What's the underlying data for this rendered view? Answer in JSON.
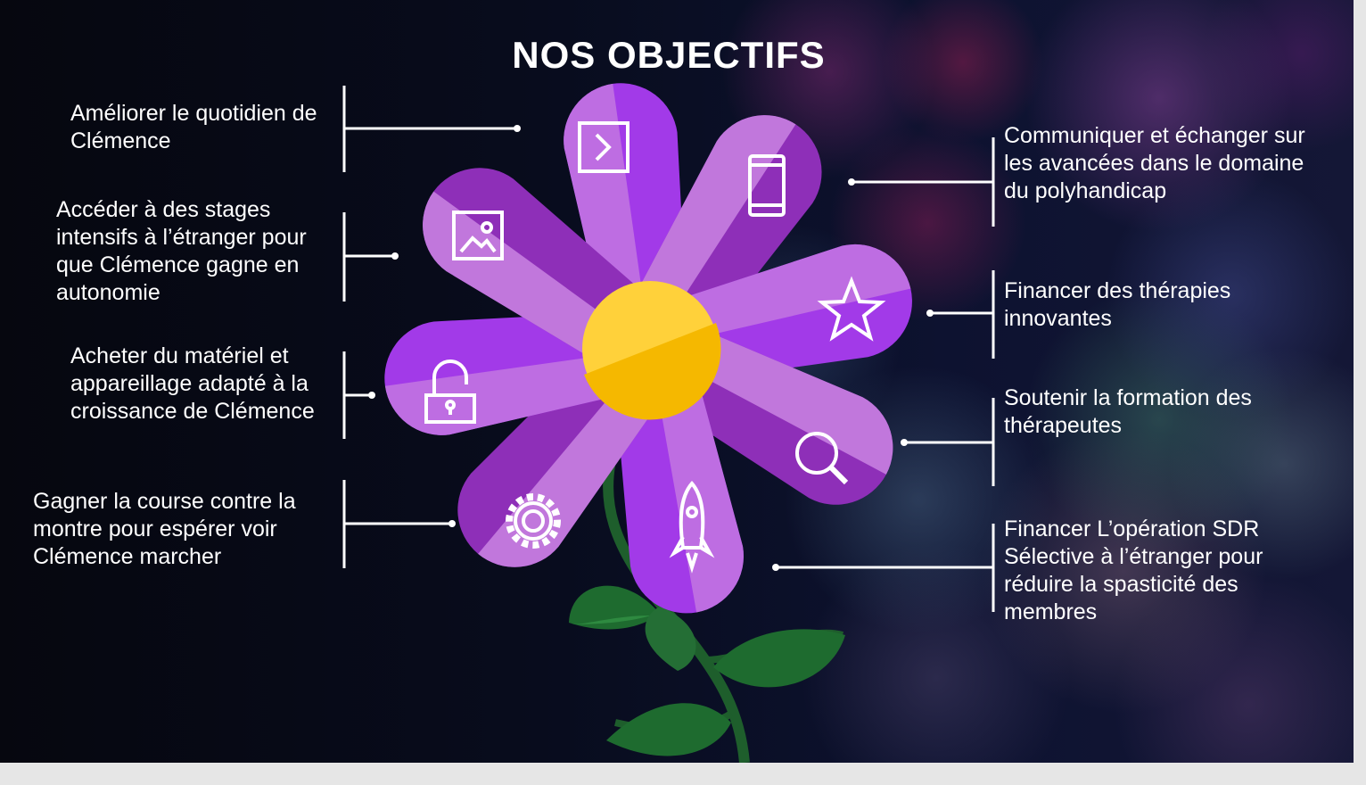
{
  "title": "NOS OBJECTIFS",
  "colors": {
    "background": "#080c1d",
    "petal_light": "#c77fe0",
    "petal_dark": "#8e2fb8",
    "petal_vivid": "#a23ae8",
    "center": "#ffd13a",
    "stem": "#1e5e2c",
    "text": "#ffffff"
  },
  "objectives_left": [
    {
      "text": "Améliorer le quotidien de Clémence",
      "icon": "chevron-right-square-icon"
    },
    {
      "text": "Accéder à des stages intensifs à l’étranger pour que Clémence gagne en autonomie",
      "icon": "image-icon"
    },
    {
      "text": "Acheter du matériel et appareillage adapté à la croissance de Clémence",
      "icon": "padlock-icon"
    },
    {
      "text": "Gagner la course contre la montre pour espérer voir Clémence marcher",
      "icon": "gear-icon"
    }
  ],
  "objectives_right": [
    {
      "text": "Communiquer et échanger sur les avancées dans le domaine du polyhandicap",
      "icon": "smartphone-icon"
    },
    {
      "text": "Financer des thérapies innovantes",
      "icon": "star-icon"
    },
    {
      "text": "Soutenir la formation des thérapeutes",
      "icon": "magnifier-icon"
    },
    {
      "text": "Financer L’opération SDR Sélective à l’étranger pour réduire la spasticité des membres",
      "icon": "rocket-icon"
    }
  ]
}
